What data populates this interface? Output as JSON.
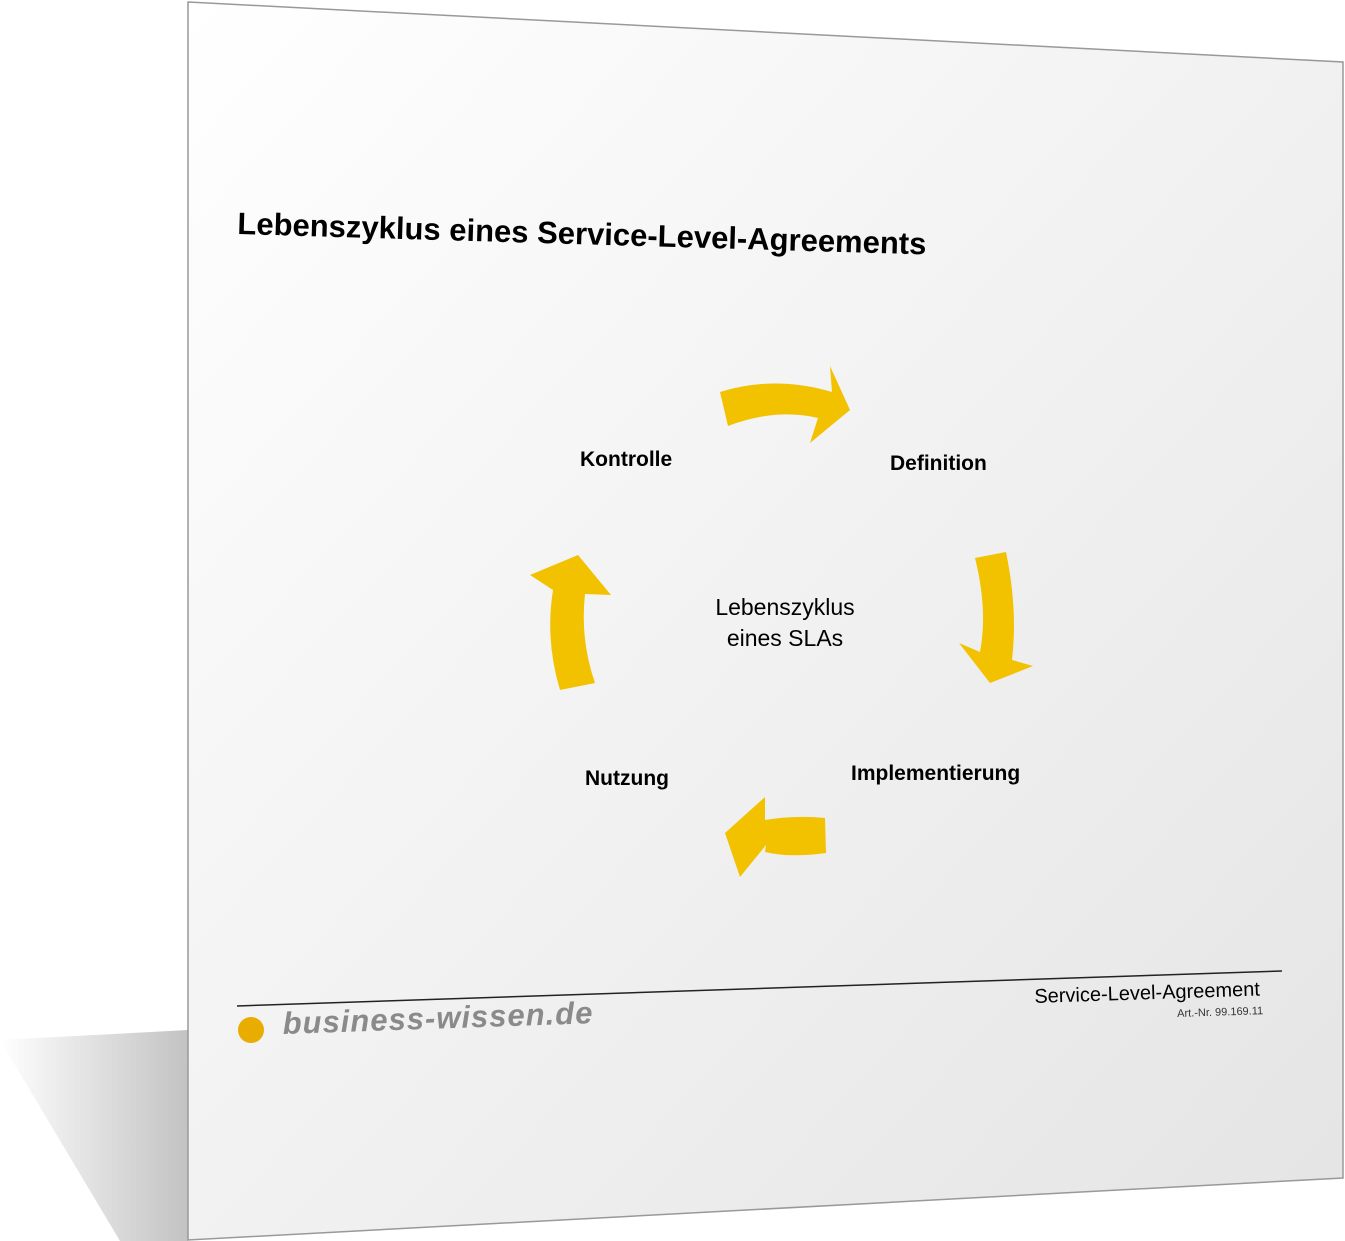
{
  "title": "Lebenszyklus eines Service-Level-Agreements",
  "cycle": {
    "center_line1": "Lebenszyklus",
    "center_line2": "eines SLAs",
    "stages": [
      "Definition",
      "Implementierung",
      "Nutzung",
      "Kontrolle"
    ]
  },
  "footer": {
    "logo": "business-wissen.de",
    "doc_title": "Service-Level-Agreement",
    "art_nr": "Art.-Nr. 99.169.11"
  },
  "colors": {
    "accent": "#f2c200",
    "logo_dot": "#e8ad00"
  }
}
